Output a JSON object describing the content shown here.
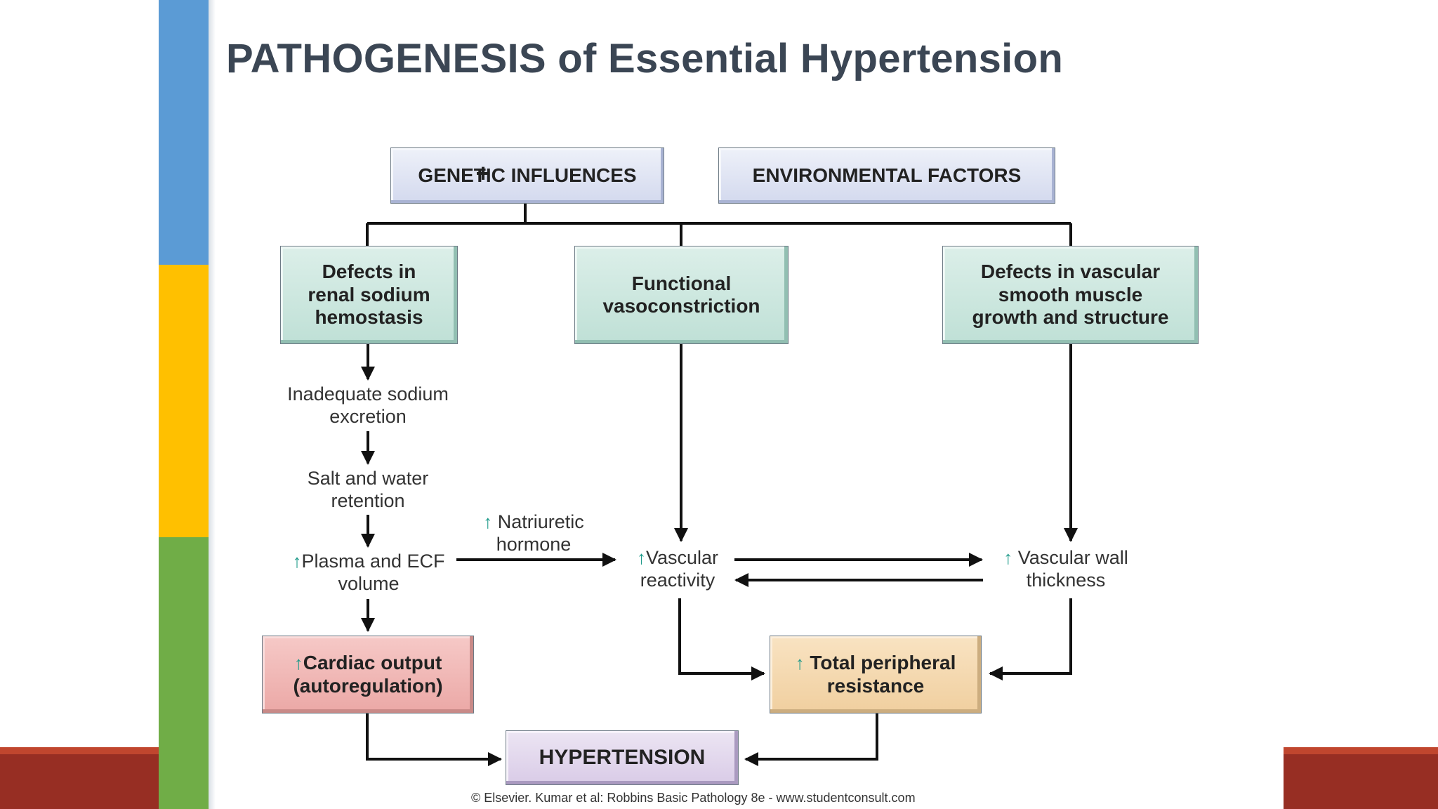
{
  "colors": {
    "accent_blue": "#5b9bd5",
    "accent_yellow": "#ffc000",
    "accent_green": "#70ad47",
    "band_red": "#972e23",
    "title_text": "#3b4654",
    "up_arrow": "#1e9a8a"
  },
  "title": "PATHOGENESIS of Essential Hypertension",
  "diagram": {
    "plus": "+",
    "up_arrow": "↑",
    "boxes": {
      "genetic": "GENETIC INFLUENCES",
      "environmental": "ENVIRONMENTAL FACTORS",
      "renal_defects": [
        "Defects in",
        "renal sodium",
        "hemostasis"
      ],
      "vasoconstriction": [
        "Functional",
        "vasoconstriction"
      ],
      "vascular_defects": [
        "Defects in vascular",
        "smooth muscle",
        "growth and structure"
      ],
      "cardiac_output": [
        "Cardiac output",
        "(autoregulation)"
      ],
      "peripheral_resistance": [
        "Total peripheral",
        "resistance"
      ],
      "hypertension": "HYPERTENSION"
    },
    "labels": {
      "sodium_excretion": [
        "Inadequate sodium",
        "excretion"
      ],
      "salt_water": [
        "Salt and water",
        "retention"
      ],
      "plasma_volume": [
        "Plasma and ECF",
        "volume"
      ],
      "natriuretic": [
        "Natriuretic",
        "hormone"
      ],
      "vascular_reactivity": [
        "Vascular",
        "reactivity"
      ],
      "wall_thickness": [
        "Vascular wall",
        "thickness"
      ]
    },
    "credit": "© Elsevier. Kumar et al: Robbins Basic Pathology 8e - www.studentconsult.com"
  }
}
